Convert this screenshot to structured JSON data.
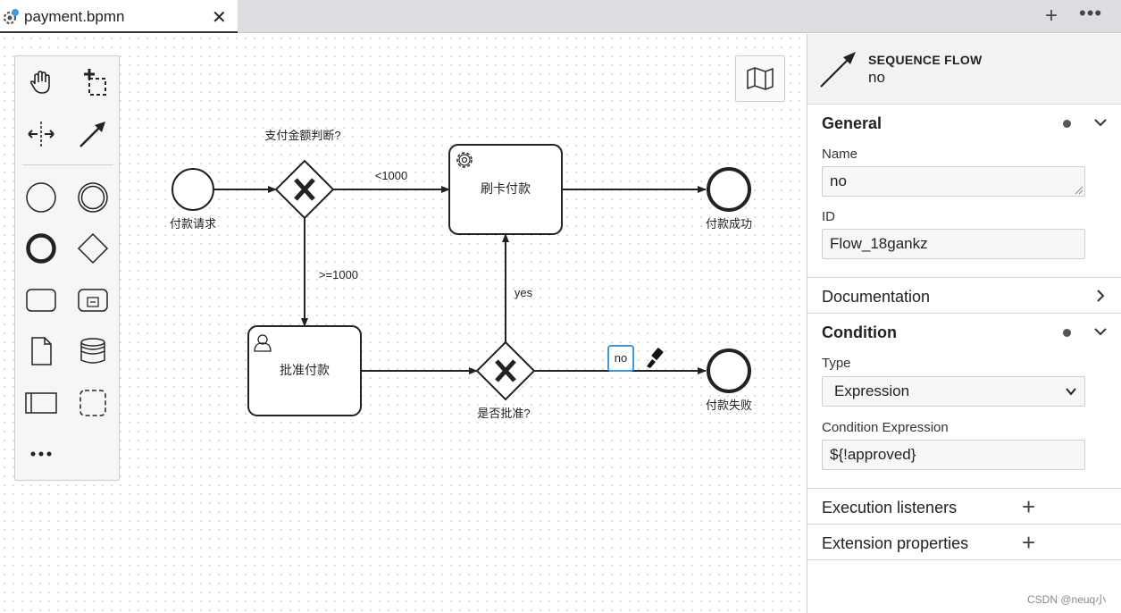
{
  "tab": {
    "title": "payment.bpmn",
    "close": "✕",
    "add": "+",
    "more": "•••"
  },
  "diagram": {
    "labels": {
      "start": "付款请求",
      "gateway1": "支付金额判断?",
      "flow_lt1000": "<1000",
      "flow_gte1000": ">=1000",
      "card_pay": "刷卡付款",
      "success": "付款成功",
      "approve": "批准付款",
      "gateway2": "是否批准?",
      "flow_yes": "yes",
      "flow_no": "no",
      "fail": "付款失败"
    }
  },
  "properties": {
    "header": {
      "type": "SEQUENCE FLOW",
      "name": "no"
    },
    "general": {
      "title": "General",
      "name_label": "Name",
      "name_value": "no",
      "id_label": "ID",
      "id_value": "Flow_18gankz"
    },
    "documentation": {
      "title": "Documentation"
    },
    "condition": {
      "title": "Condition",
      "type_label": "Type",
      "type_value": "Expression",
      "expr_label": "Condition Expression",
      "expr_value": "${!approved}"
    },
    "execution_listeners": {
      "title": "Execution listeners"
    },
    "extension_properties": {
      "title": "Extension properties"
    }
  },
  "watermark": "CSDN @neuq小"
}
